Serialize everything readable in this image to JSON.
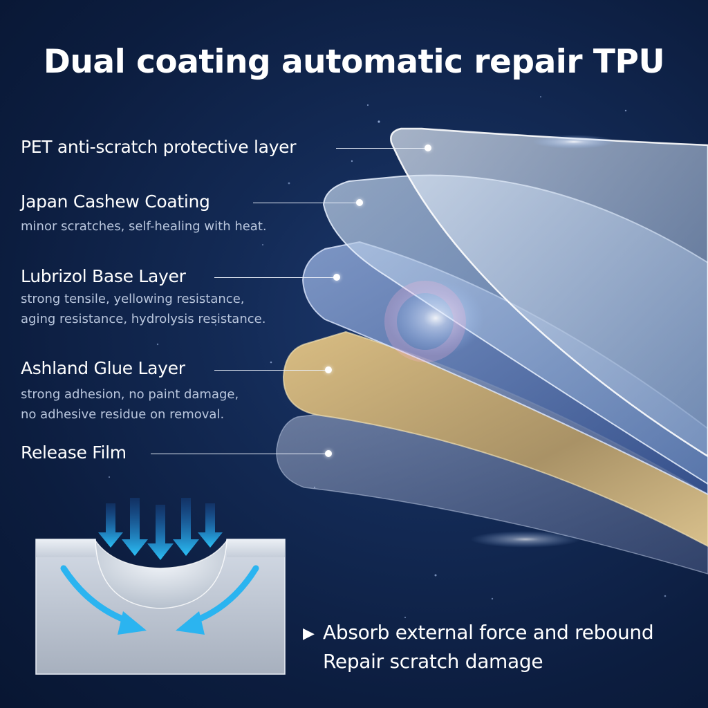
{
  "title": "Dual coating automatic repair TPU",
  "layers": [
    {
      "name": "PET anti-scratch protective layer",
      "description": []
    },
    {
      "name": "Japan Cashew Coating",
      "description": [
        "minor scratches, self-healing with heat."
      ]
    },
    {
      "name": "Lubrizol Base Layer",
      "description": [
        "strong tensile, yellowing resistance,",
        "aging resistance, hydrolysis resistance."
      ]
    },
    {
      "name": "Ashland Glue Layer",
      "description": [
        "strong adhesion, no paint damage,",
        "no adhesive residue on removal."
      ]
    },
    {
      "name": "Release Film",
      "description": []
    }
  ],
  "benefits": [
    "Absorb external force and rebound",
    "Repair scratch damage"
  ],
  "bullet_icon": "play-triangle-icon",
  "colors": {
    "background": "#0c1d3f",
    "pet_layer": "#cfdcec",
    "cashew_layer": "#a9c2e2",
    "base_layer": "#6d8cc6",
    "glue_layer": "#c9b07a",
    "release_film": "#9aa7c4",
    "arrow": "#2bb4f0"
  }
}
